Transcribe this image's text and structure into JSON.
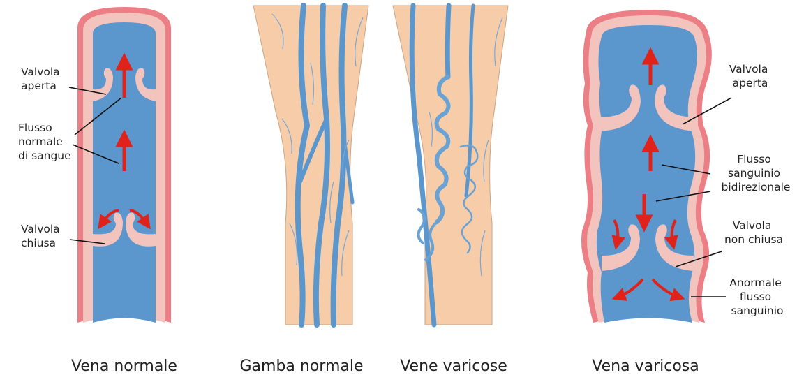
{
  "colors": {
    "skin": "#f6cda8",
    "skin_outline": "#c9a488",
    "vein_blue": "#5b97cd",
    "vein_outline": "#8fb8e0",
    "wall_pink": "#f3c4bd",
    "wall_red": "#ec7f85",
    "arrow_red": "#e0231a",
    "text": "#222222"
  },
  "panels": [
    {
      "caption": "Vena normale",
      "labels": [
        {
          "lines": [
            "Valvola",
            "aperta"
          ]
        },
        {
          "lines": [
            "Flusso",
            "normale",
            "di sangue"
          ]
        },
        {
          "lines": [
            "Valvola",
            "chiusa"
          ]
        }
      ]
    },
    {
      "caption": "Gamba normale"
    },
    {
      "caption": "Vene varicose"
    },
    {
      "caption": "Vena varicosa",
      "labels": [
        {
          "lines": [
            "Valvola",
            "aperta"
          ]
        },
        {
          "lines": [
            "Flusso",
            "sanguinio",
            "bidirezionale"
          ]
        },
        {
          "lines": [
            "Valvola",
            "non chiusa"
          ]
        },
        {
          "lines": [
            "Anormale",
            "flusso",
            "sanguinio"
          ]
        }
      ]
    }
  ]
}
